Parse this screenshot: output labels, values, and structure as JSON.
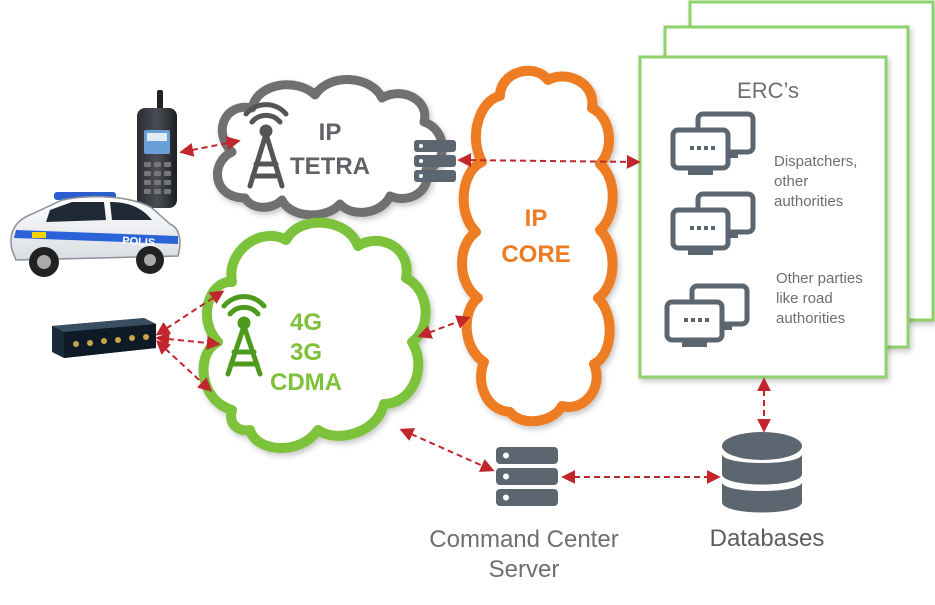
{
  "tetra_cloud": {
    "line1": "IP",
    "line2": "TETRA",
    "color": "#6f6f6f"
  },
  "mobile_cloud": {
    "line1": "4G",
    "line2": "3G",
    "line3": "CDMA",
    "color": "#7dc23a"
  },
  "core_cloud": {
    "line1": "IP",
    "line2": "CORE",
    "color": "#ee7c22"
  },
  "erc_panel": {
    "title": "ERC’s",
    "border_color": "#8fd16a",
    "groups": [
      {
        "lines": [
          "Dispatchers,",
          "other",
          "authorities"
        ]
      },
      {
        "lines": []
      },
      {
        "lines": [
          "Other parties",
          "like road",
          "authorities"
        ]
      }
    ]
  },
  "command_center": {
    "line1": "Command Center",
    "line2": "Server"
  },
  "databases": {
    "label": "Databases"
  },
  "police_car": {
    "text": "POLIS"
  },
  "colors": {
    "arrow": "#c0262c",
    "server_icon": "#5c6670",
    "monitor_icon": "#5c6670"
  }
}
